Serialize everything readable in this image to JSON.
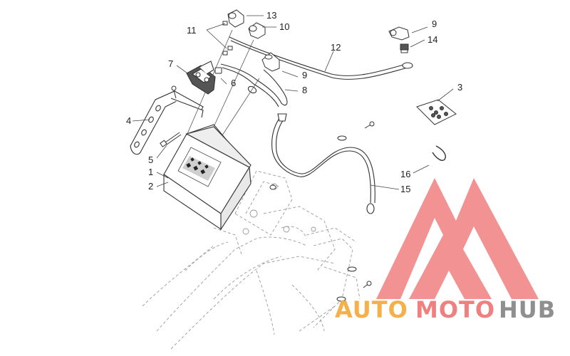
{
  "callouts": [
    {
      "id": "1",
      "label": "1"
    },
    {
      "id": "2",
      "label": "2"
    },
    {
      "id": "3",
      "label": "3"
    },
    {
      "id": "4",
      "label": "4"
    },
    {
      "id": "5",
      "label": "5"
    },
    {
      "id": "6",
      "label": "6"
    },
    {
      "id": "7",
      "label": "7"
    },
    {
      "id": "8",
      "label": "8"
    },
    {
      "id": "9a",
      "label": "9"
    },
    {
      "id": "9b",
      "label": "9"
    },
    {
      "id": "10",
      "label": "10"
    },
    {
      "id": "11",
      "label": "11"
    },
    {
      "id": "12",
      "label": "12"
    },
    {
      "id": "13",
      "label": "13"
    },
    {
      "id": "14",
      "label": "14"
    },
    {
      "id": "15",
      "label": "15"
    },
    {
      "id": "16",
      "label": "16"
    }
  ],
  "watermark": {
    "part1": "AUTO",
    "part2": "MOTO",
    "part3": "HUB",
    "color_orange": "#f5b04a",
    "color_red": "#f07f7f",
    "color_gray": "#8f8f8f"
  }
}
